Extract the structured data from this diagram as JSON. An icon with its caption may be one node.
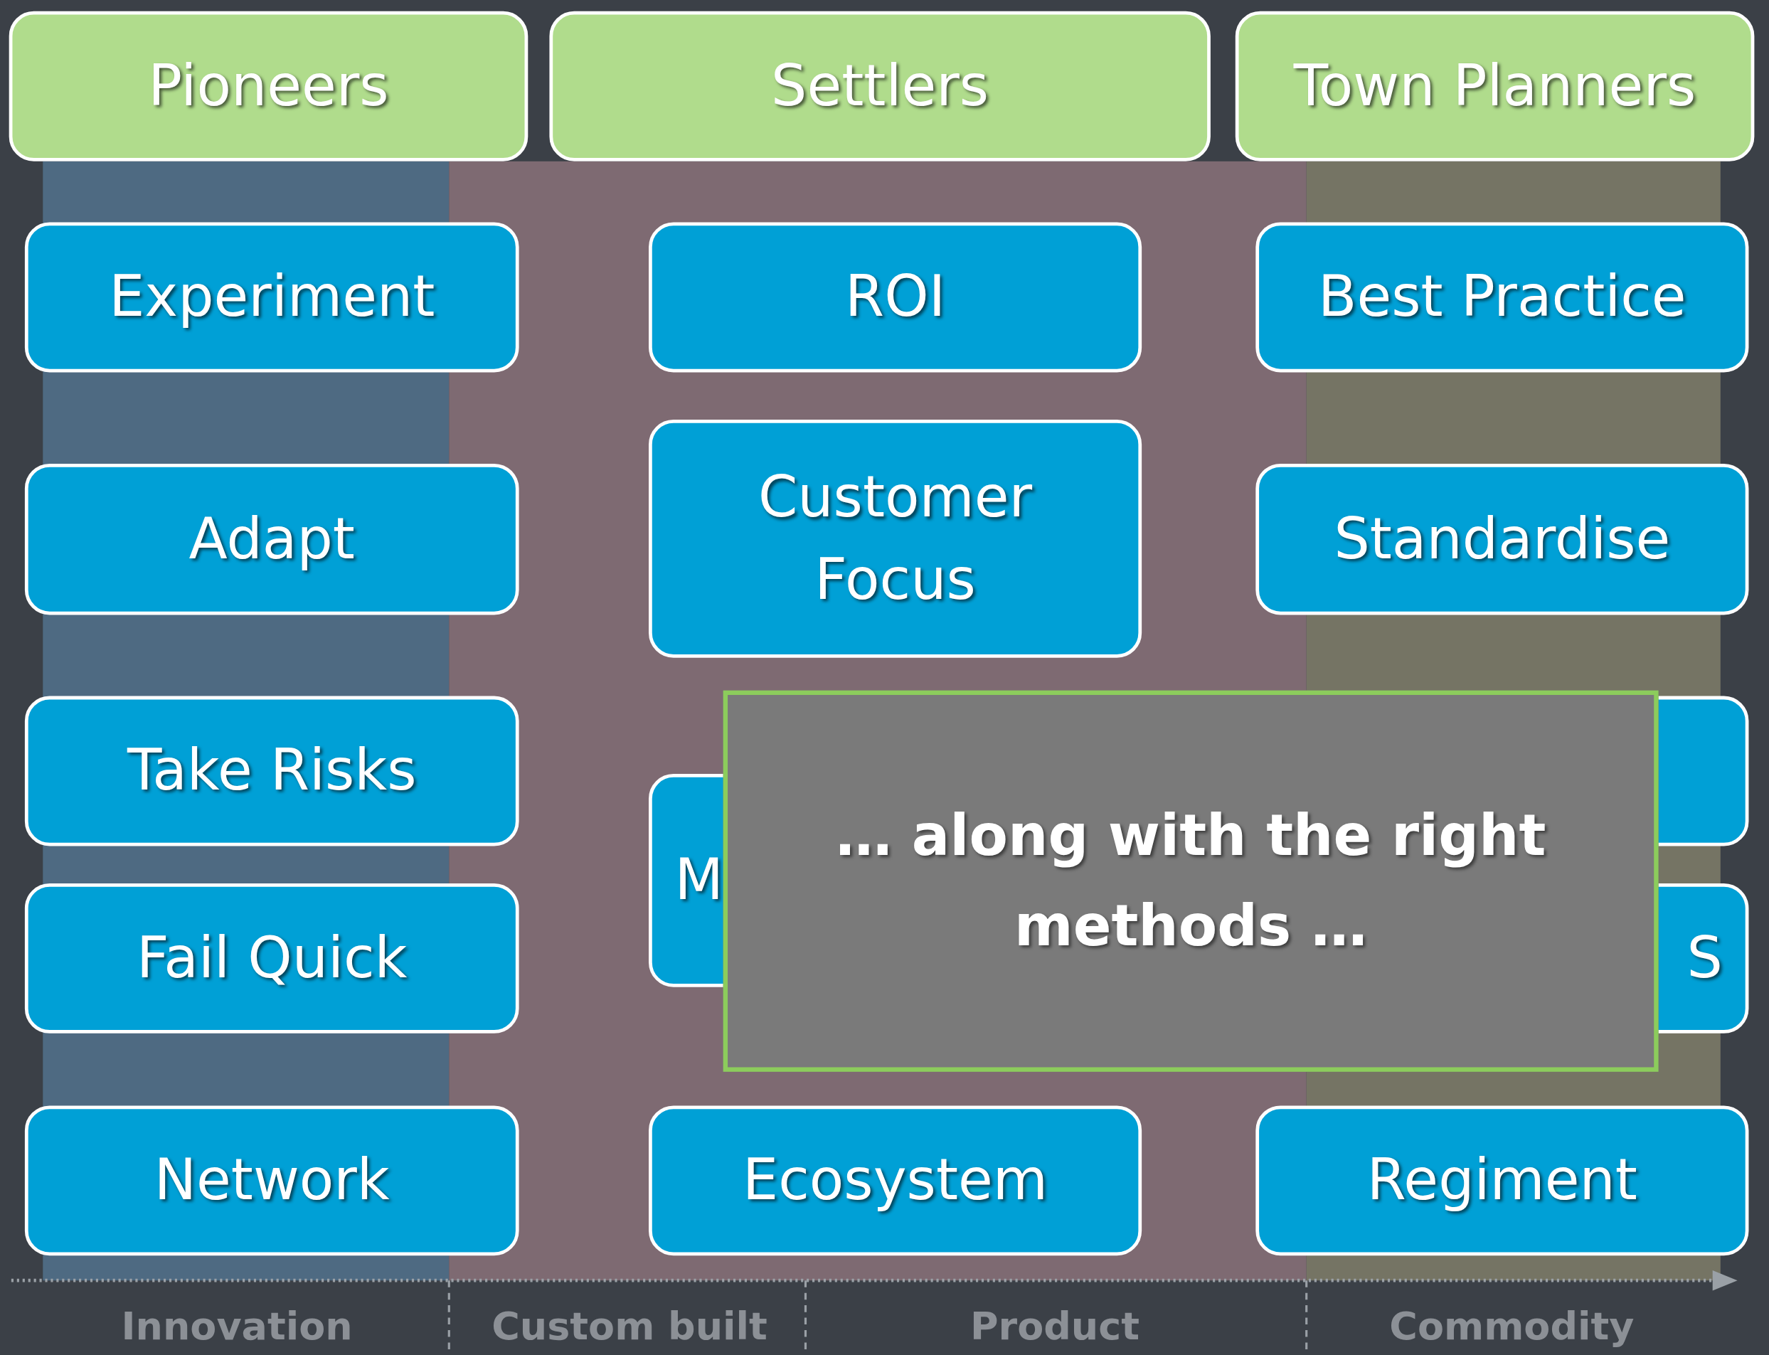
{
  "diagram": {
    "nodes": [
      {
        "text": [
          "Pioneers"
        ]
      },
      {
        "text": [
          "Settlers"
        ]
      },
      {
        "text": [
          "Town Planners"
        ]
      },
      {
        "text": [
          "Experiment"
        ]
      },
      {
        "text": [
          "ROI"
        ]
      },
      {
        "text": [
          "Best Practice"
        ]
      },
      {
        "text": [
          "Customer Focus"
        ]
      },
      {
        "text": [
          "Adapt"
        ]
      },
      {
        "text": [
          "Standardise"
        ]
      },
      {
        "text": [
          "Take Risks"
        ]
      },
      {
        "text": [],
        "shape": "box"
      },
      {
        "text": [
          "M"
        ]
      },
      {
        "text": [
          "… along with the right methods …"
        ]
      },
      {
        "text": [
          "Fail Quick"
        ]
      },
      {
        "text": [
          "S"
        ]
      },
      {
        "text": [
          "Network"
        ]
      },
      {
        "text": [
          "Ecosystem"
        ]
      },
      {
        "text": [
          "Regiment"
        ]
      }
    ],
    "edges": [],
    "labels": [
      "Innovation",
      "Custom built",
      "Product",
      "Commodity"
    ]
  }
}
